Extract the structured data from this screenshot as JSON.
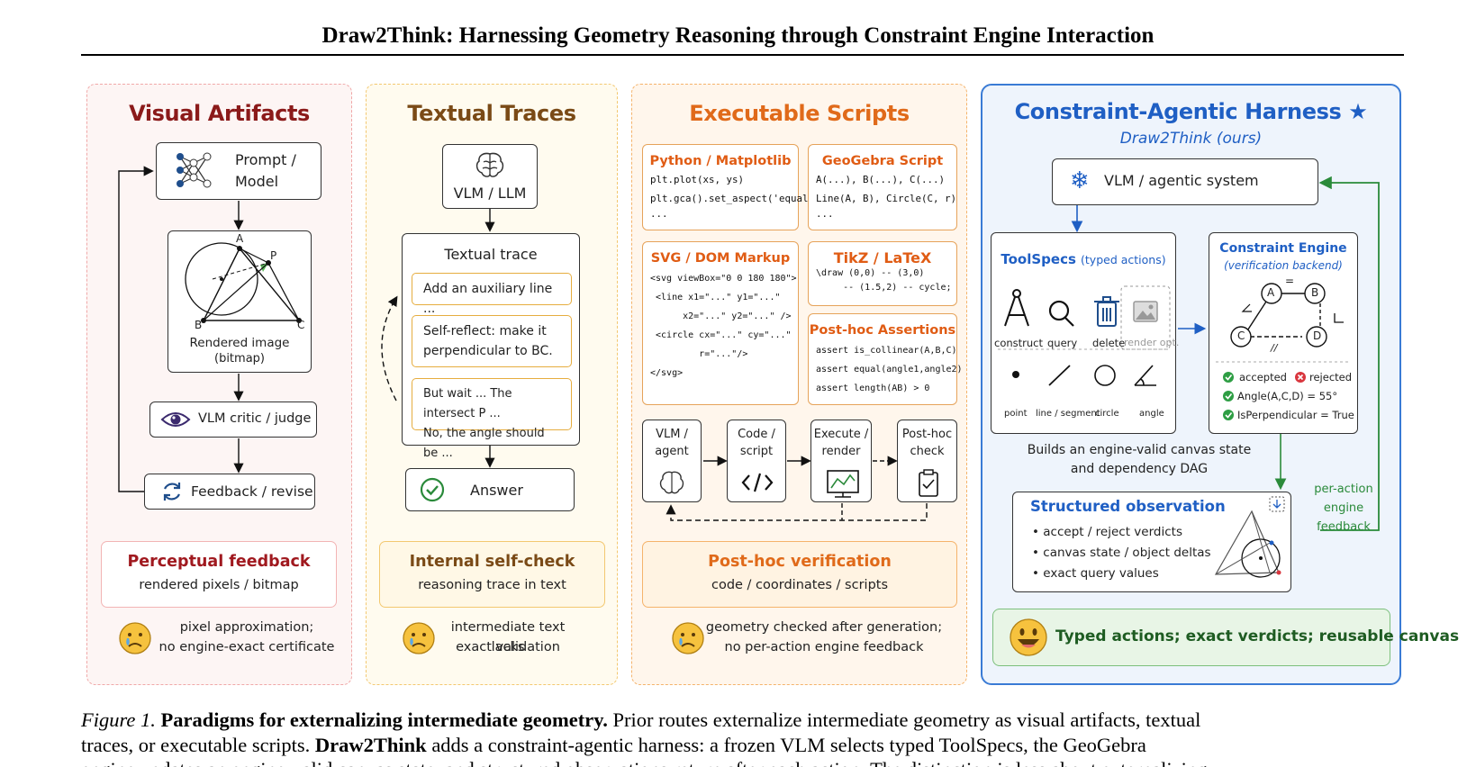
{
  "paper_title": "Draw2Think: Harnessing Geometry Reasoning through Constraint Engine Interaction",
  "panels": {
    "visual": {
      "title": "Visual Artifacts",
      "prompt_model": [
        "Prompt /",
        "Model"
      ],
      "point_labels": {
        "a": "A",
        "p": "P",
        "b": "B",
        "c": "C"
      },
      "rendered_image": [
        "Rendered image",
        "(bitmap)"
      ],
      "critic": "VLM critic / judge",
      "feedback": "Feedback / revise",
      "summary_title": "Perceptual feedback",
      "summary_sub": "rendered pixels / bitmap",
      "note": [
        "pixel approximation;",
        "no engine-exact certificate"
      ]
    },
    "textual": {
      "title": "Textual Traces",
      "vlm": "VLM / LLM",
      "trace_title": "Textual trace",
      "trace_items": [
        "Add an auxiliary line ...",
        "Self-reflect: make it",
        "perpendicular to BC.",
        "But wait ... The intersect P ...",
        "No, the angle should be ..."
      ],
      "answer": "Answer",
      "summary_title": "Internal self-check",
      "summary_sub": "reasoning trace in text",
      "note": [
        "intermediate text lacks",
        "exact validation"
      ]
    },
    "executable": {
      "title": "Executable Scripts",
      "python_title": "Python / Matplotlib",
      "python_code": [
        "plt.plot(xs, ys)",
        "plt.gca().set_aspect('equal')",
        "..."
      ],
      "geogebra_title": "GeoGebra Script",
      "geogebra_code": [
        "A(...), B(...), C(...)",
        "Line(A, B), Circle(C, r)",
        "..."
      ],
      "svg_title": "SVG / DOM Markup",
      "svg_code": [
        "<svg viewBox=\"0 0 180 180\">",
        " <line x1=\"...\" y1=\"...\"",
        "      x2=\"...\" y2=\"...\" />",
        " <circle cx=\"...\" cy=\"...\"",
        "         r=\"...\"/>",
        "</svg>"
      ],
      "tikz_title": "TikZ / LaTeX",
      "tikz_code": [
        "\\draw (0,0) -- (3,0)",
        "     -- (1.5,2) -- cycle;"
      ],
      "posthoc_title": "Post-hoc Assertions",
      "posthoc_code": [
        "assert is_collinear(A,B,C)",
        "assert equal(angle1,angle2)",
        "assert length(AB) > 0"
      ],
      "flow": [
        [
          "VLM /",
          "agent"
        ],
        [
          "Code /",
          "script"
        ],
        [
          "Execute /",
          "render"
        ],
        [
          "Post-hoc",
          "check"
        ]
      ],
      "summary_title": "Post-hoc verification",
      "summary_sub": "code / coordinates / scripts",
      "note": [
        "geometry checked after generation;",
        "no per-action engine feedback"
      ]
    },
    "harness": {
      "title": "Constraint-Agentic Harness ★",
      "subtitle": "Draw2Think (ours)",
      "vlm": "VLM / agentic system",
      "toolspecs_title": "ToolSpecs",
      "toolspecs_sub": "(typed actions)",
      "tools": [
        "construct",
        "query",
        "delete",
        "render opt."
      ],
      "primitives": [
        "point",
        "line / segment",
        "circle",
        "angle"
      ],
      "engine_title": "Constraint Engine",
      "engine_sub": "(verification backend)",
      "engine_points": {
        "a": "A",
        "b": "B",
        "c": "C",
        "d": "D",
        "eq": "=",
        "par": "//"
      },
      "accepted": "accepted",
      "rejected": "rejected",
      "checks": [
        "Angle(A,C,D) = 55°",
        "IsPerpendicular = True"
      ],
      "builds": [
        "Builds an engine-valid canvas state",
        "and dependency DAG"
      ],
      "obs_title": "Structured observation",
      "obs_items": [
        "accept / reject verdicts",
        "canvas state / object deltas",
        "exact query values"
      ],
      "feedback_label": [
        "per-action",
        "engine",
        "feedback"
      ],
      "footer": "Typed actions; exact verdicts; reusable canvas"
    }
  },
  "caption": {
    "figure_label": "Figure 1.",
    "bold_title": "Paradigms for externalizing intermediate geometry.",
    "line1_rest": " Prior routes externalize intermediate geometry as visual artifacts, textual",
    "line2_start": "traces, or executable scripts.  ",
    "line2_bold": "Draw2Think",
    "line2_rest": " adds a constraint-agentic harness: a frozen VLM selects typed ToolSpecs, the GeoGebra",
    "line3": "engine updates an engine-valid canvas state, and structured observations return after each action. The distinction is less about externalizing"
  },
  "colors": {
    "visual": "#8b1a1a",
    "textual": "#7a4a16",
    "executable": "#e06a1a",
    "harness": "#1f5fc4"
  }
}
